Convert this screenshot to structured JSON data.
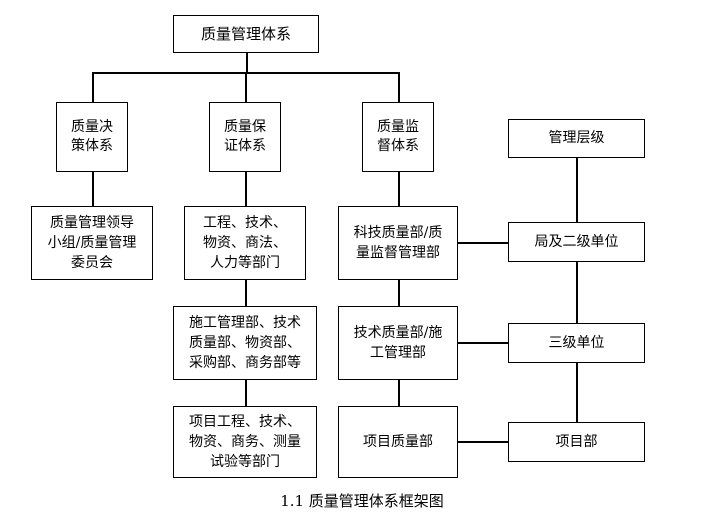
{
  "diagram": {
    "root": "质量管理体系",
    "systems": {
      "decision": "质量决\n策体系",
      "assurance": "质量保\n证体系",
      "supervision": "质量监\n督体系"
    },
    "decision_unit": "质量管理领导\n小组/质量管理\n委员会",
    "assurance_units": [
      "工程、技术、\n物资、商法、\n人力等部门",
      "施工管理部、技术\n质量部、物资部、\n采购部、商务部等",
      "项目工程、技术、\n物资、商务、测量\n试验等部门"
    ],
    "supervision_units": [
      "科技质量部/质\n量监督管理部",
      "技术质量部/施\n工管理部",
      "项目质量部"
    ],
    "levels": {
      "header": "管理层级",
      "items": [
        "局及二级单位",
        "三级单位",
        "项目部"
      ]
    },
    "caption": "1.1 质量管理体系框架图"
  }
}
